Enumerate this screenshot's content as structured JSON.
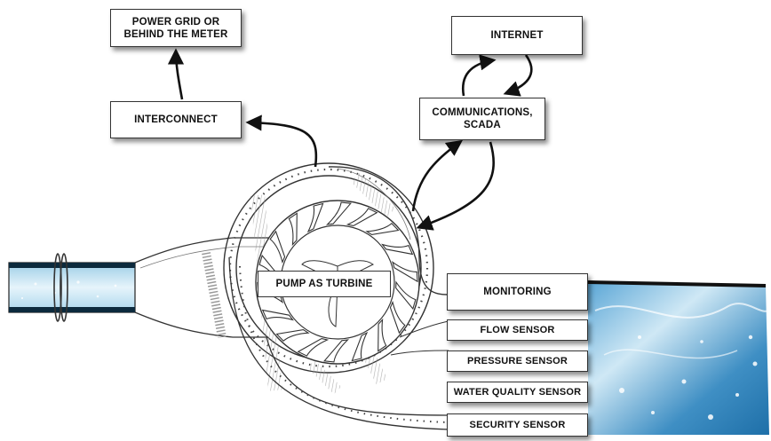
{
  "diagram": {
    "nodes": {
      "power_grid": "POWER GRID OR\nBEHIND THE METER",
      "interconnect": "INTERCONNECT",
      "internet": "INTERNET",
      "communications": "COMMUNICATIONS,\nSCADA",
      "pump_as_turbine": "PUMP AS TURBINE",
      "monitoring": "MONITORING",
      "flow_sensor": "FLOW SENSOR",
      "pressure_sensor": "PRESSURE SENSOR",
      "water_quality_sensor": "WATER QUALITY SENSOR",
      "security_sensor": "SECURITY SENSOR"
    },
    "edges": [
      {
        "from": "interconnect",
        "to": "power_grid"
      },
      {
        "from": "pump_as_turbine",
        "to": "interconnect"
      },
      {
        "from": "communications",
        "to": "internet"
      },
      {
        "from": "internet",
        "to": "communications"
      },
      {
        "from": "pump_as_turbine",
        "to": "communications"
      },
      {
        "from": "communications",
        "to": "pump_as_turbine"
      }
    ]
  },
  "colors": {
    "water_light": "#cfe8f5",
    "water_deep": "#1e6fa8",
    "line": "#1a1a1a",
    "hatch": "#9a9a9a"
  }
}
